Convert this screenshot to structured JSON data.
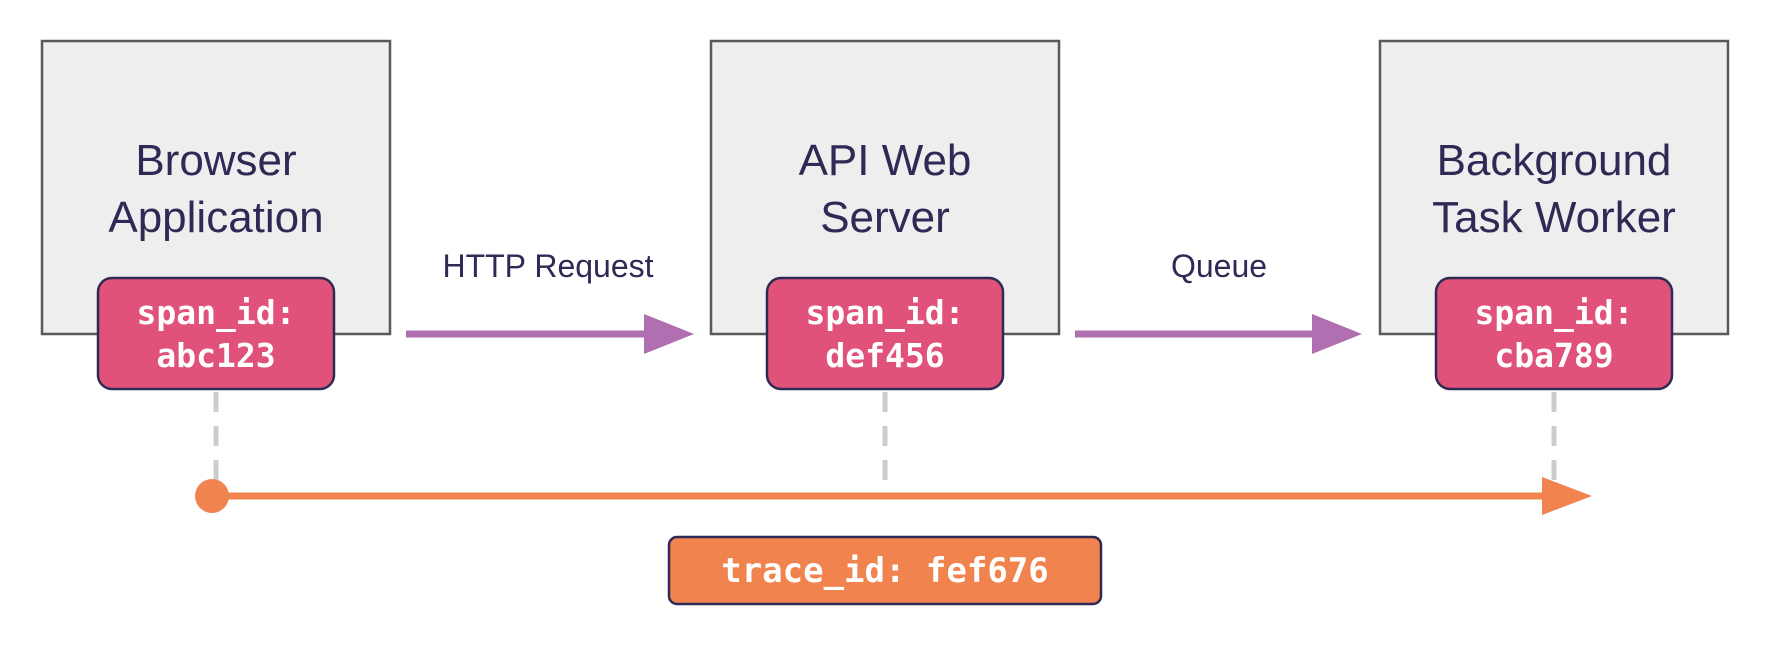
{
  "colors": {
    "box_fill": "#eeeeee",
    "box_stroke": "#595959",
    "text_dark": "#2f2a55",
    "span_fill": "#e0527a",
    "span_stroke": "#2f2a55",
    "arrow_purple": "#b06fb0",
    "trace_orange": "#f1844e",
    "dash_gray": "#cccccc"
  },
  "nodes": [
    {
      "line1": "Browser",
      "line2": "Application",
      "span_line1": "span_id:",
      "span_line2": "abc123"
    },
    {
      "line1": "API Web",
      "line2": "Server",
      "span_line1": "span_id:",
      "span_line2": "def456"
    },
    {
      "line1": "Background",
      "line2": "Task Worker",
      "span_line1": "span_id:",
      "span_line2": "cba789"
    }
  ],
  "edges": [
    {
      "label": "HTTP Request",
      "icon": "arrow-right"
    },
    {
      "label": "Queue",
      "icon": "arrow-right"
    }
  ],
  "trace": {
    "label": "trace_id: fef676"
  }
}
